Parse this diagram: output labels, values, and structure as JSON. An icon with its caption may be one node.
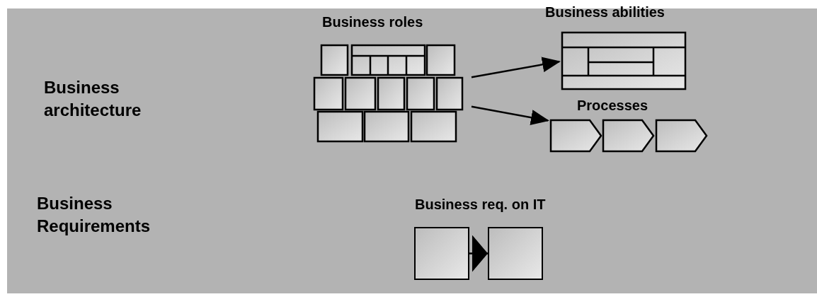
{
  "diagram": {
    "nodes": [
      {
        "text": [
          "Business roles"
        ]
      },
      {
        "text": [
          "Business abilities"
        ]
      },
      {
        "text": [
          "Processes"
        ]
      },
      {
        "text": [
          "Business req. on IT"
        ]
      },
      {
        "text": [],
        "shape": "box",
        "in": 3
      },
      {
        "text": [],
        "shape": "box",
        "in": 3
      }
    ],
    "edges": [
      {
        "from": 0,
        "to": 1,
        "arrow": "to"
      },
      {
        "from": 0,
        "to": 2,
        "arrow": "to"
      },
      {
        "from": 4,
        "to": 5,
        "arrow": "to"
      }
    ],
    "labels": [
      "Business architecture",
      "Business Requirements"
    ]
  }
}
